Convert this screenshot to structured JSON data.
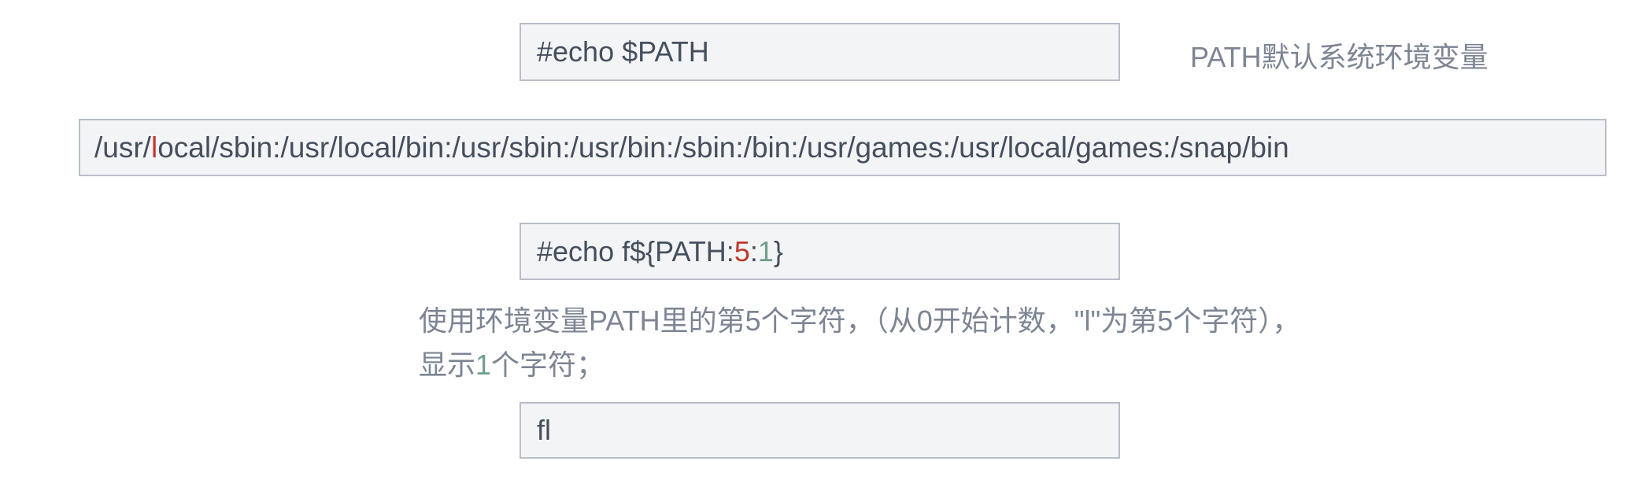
{
  "cmd1": "#echo $PATH",
  "cmd1_note": "PATH默认系统环境变量",
  "path_value": {
    "prefix": "/usr/",
    "highlight": "l",
    "suffix": "ocal/sbin:/usr/local/bin:/usr/sbin:/usr/bin:/sbin:/bin:/usr/games:/usr/local/games:/snap/bin"
  },
  "cmd2": {
    "prefix": "#echo f${PATH:",
    "offset": "5",
    "sep": ":",
    "length": "1",
    "suffix": "}"
  },
  "description": {
    "line1": "使用环境变量PATH里的第5个字符，（从0开始计数，\"l\"为第5个字符），",
    "line2_prefix": "显示",
    "line2_num": "1",
    "line2_suffix": "个字符；"
  },
  "output": "fl",
  "colors": {
    "highlight_red": "#c0392b",
    "highlight_green": "#6f9e8c"
  }
}
